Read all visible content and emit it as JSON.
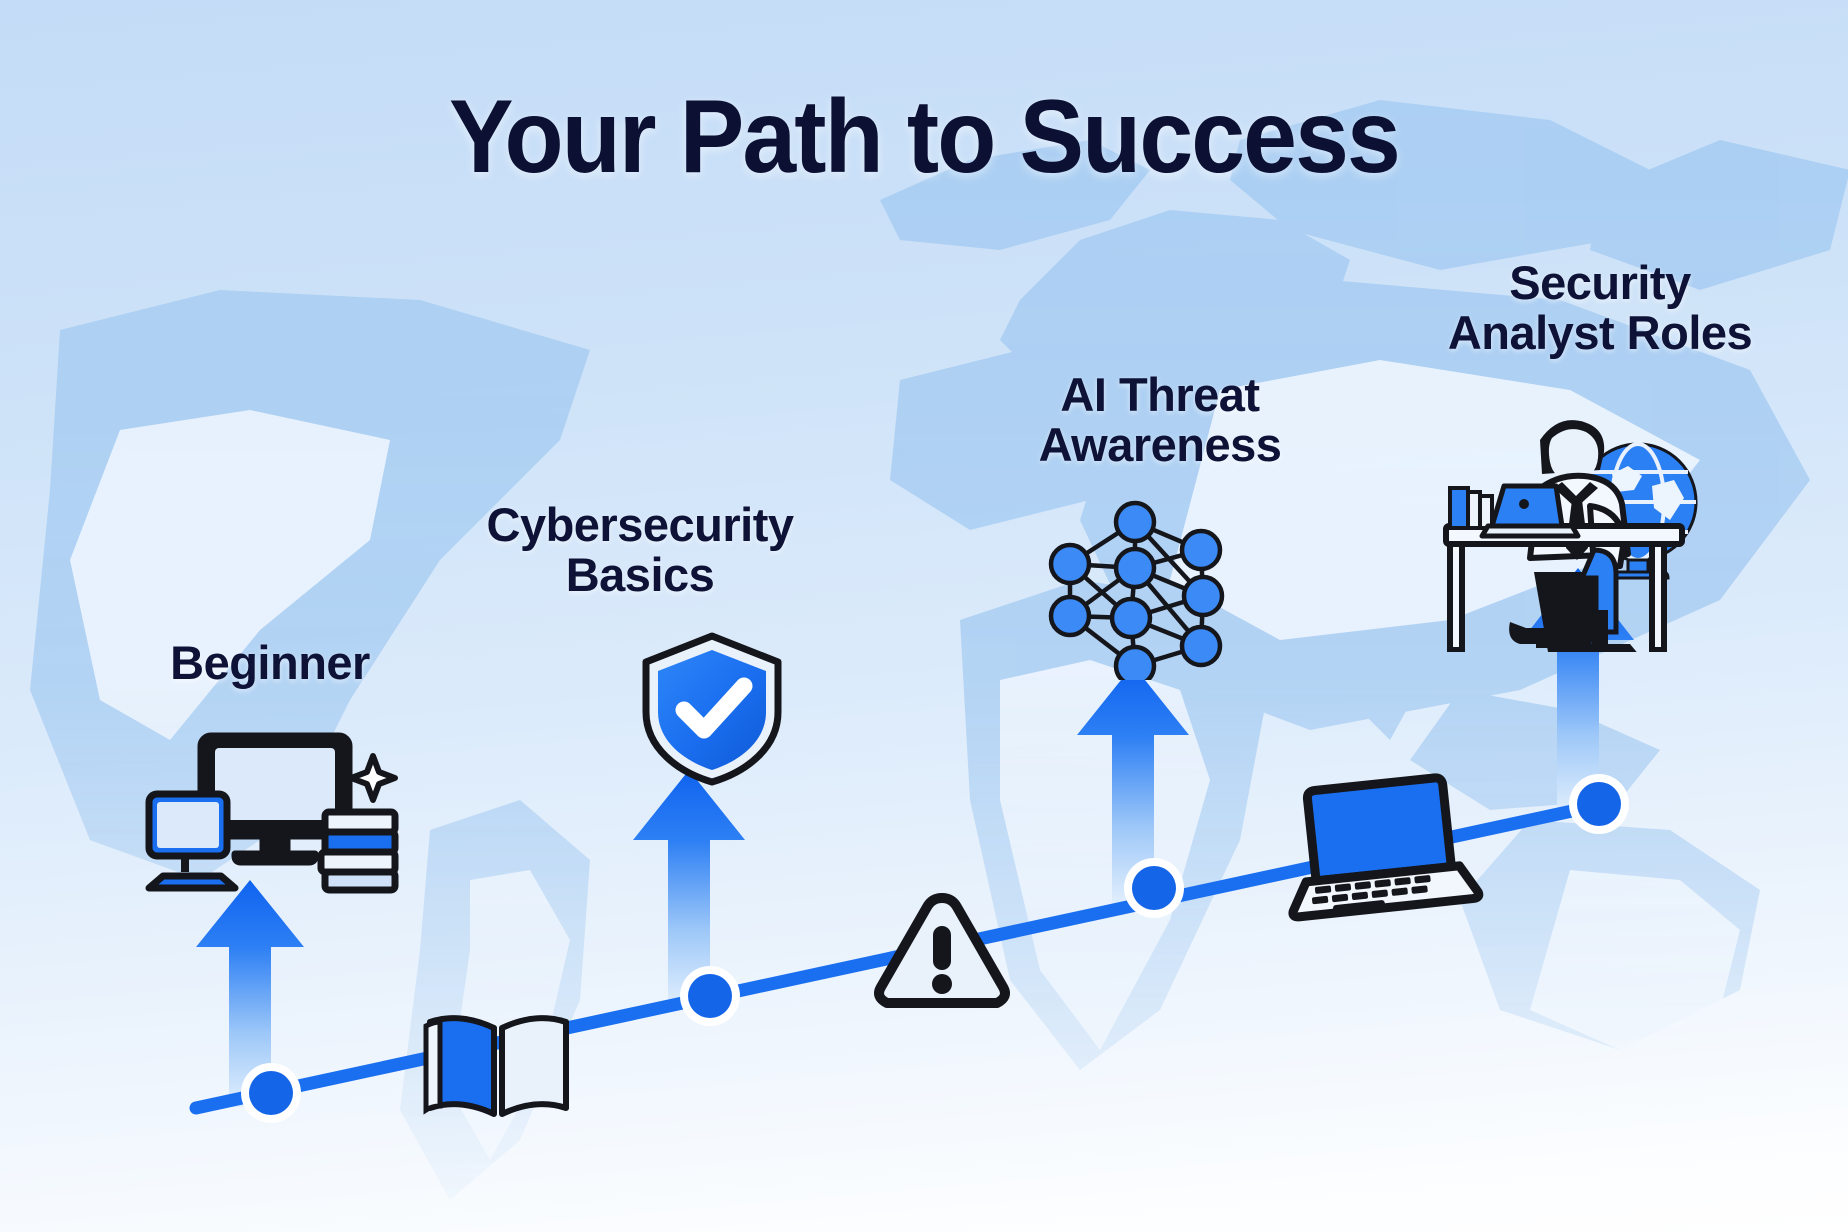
{
  "title": "Your Path to Success",
  "theme": {
    "title_color": "#0c1134",
    "label_color": "#0d1236",
    "accent_blue": "#1a6ff0",
    "node_blue": "#1565e8",
    "path_blue": "#1a6ff0",
    "map_land": "#a9cdf2",
    "background_top": "#c4dcf7",
    "background_bottom": "#ffffff",
    "outline_dark": "#15161c"
  },
  "steps": [
    {
      "id": "beginner",
      "label": "Beginner",
      "icon": "computer-devices-icon",
      "arrow": "up-arrow-icon",
      "node": "path-node"
    },
    {
      "id": "cybersecurity-basics",
      "label": "Cybersecurity\nBasics",
      "icon": "shield-check-icon",
      "arrow": "up-arrow-icon",
      "node": "path-node"
    },
    {
      "id": "ai-threat-awareness",
      "label": "AI Threat\nAwareness",
      "icon": "neural-network-icon",
      "arrow": "up-arrow-icon",
      "node": "path-node"
    },
    {
      "id": "security-analyst-roles",
      "label": "Security\nAnalyst Roles",
      "icon": "analyst-at-desk-icon",
      "arrow": "up-arrow-icon",
      "node": "path-node"
    }
  ],
  "decorative_icons": [
    {
      "id": "open-book",
      "name": "open-book-icon"
    },
    {
      "id": "warning-triangle",
      "name": "warning-triangle-icon"
    },
    {
      "id": "laptop",
      "name": "laptop-icon"
    }
  ],
  "chart_data": {
    "type": "line",
    "title": "Your Path to Success",
    "xlabel": "",
    "ylabel": "",
    "categories": [
      "Beginner",
      "Cybersecurity Basics",
      "AI Threat Awareness",
      "Security Analyst Roles"
    ],
    "values": [
      1,
      2,
      3,
      4
    ],
    "annotations": [
      "Beginner",
      "Cybersecurity Basics",
      "AI Threat Awareness",
      "Security Analyst Roles"
    ],
    "grid": false,
    "legend": "none"
  }
}
